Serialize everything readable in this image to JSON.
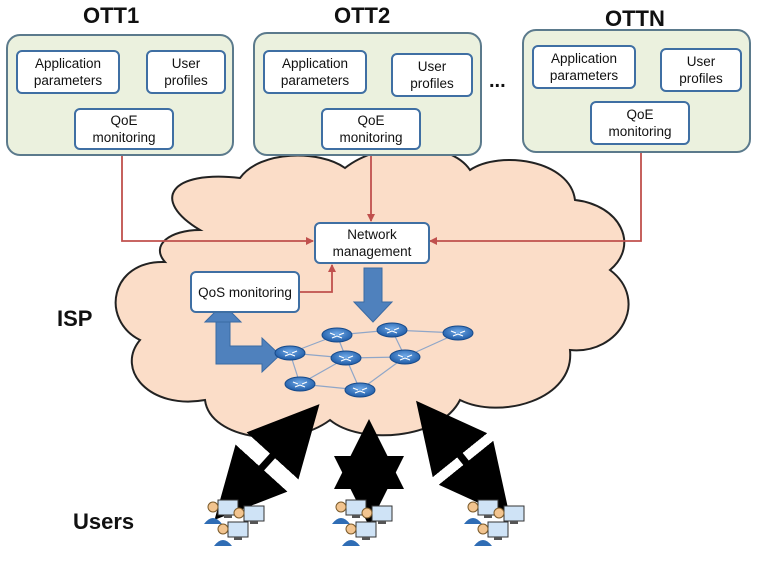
{
  "ott_providers": [
    {
      "title": "OTT1",
      "app_params": "Application parameters",
      "user_profiles": "User profiles",
      "qoe": "QoE monitoring"
    },
    {
      "title": "OTT2",
      "app_params": "Application parameters",
      "user_profiles": "User profiles",
      "qoe": "QoE monitoring"
    },
    {
      "title": "OTTN",
      "app_params": "Application parameters",
      "user_profiles": "User profiles",
      "qoe": "QoE monitoring"
    }
  ],
  "ellipsis": "...",
  "isp": {
    "label": "ISP",
    "network_management": "Network management",
    "qos_monitoring": "QoS monitoring"
  },
  "users": {
    "label": "Users"
  },
  "colors": {
    "ott_fill": "#ebf1de",
    "cloud_fill": "#fbddc8",
    "node_border": "#3f6fa3",
    "link_arrow": "#c0504d",
    "big_arrow": "#4f81bd",
    "router": "#2f6db5"
  }
}
